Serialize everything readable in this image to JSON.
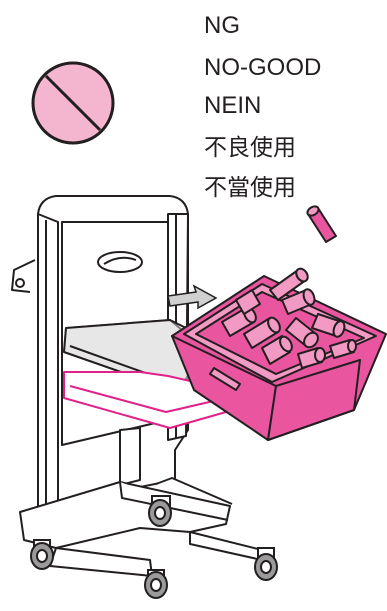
{
  "warning_text": [
    "NG",
    "NO-GOOD",
    "NEIN",
    "不良使用",
    "不當使用"
  ],
  "icons": {
    "prohibition": "prohibition-icon",
    "cart": "equipment-cart-illustration",
    "bin": "parts-bin-illustration",
    "arrow": "push-arrow-icon"
  },
  "colors": {
    "ink": "#231f20",
    "prohibition_fill": "#f4b6cf",
    "magenta": "#e0218a",
    "bin_fill": "#e9559f",
    "bin_light": "#f29ac4"
  }
}
